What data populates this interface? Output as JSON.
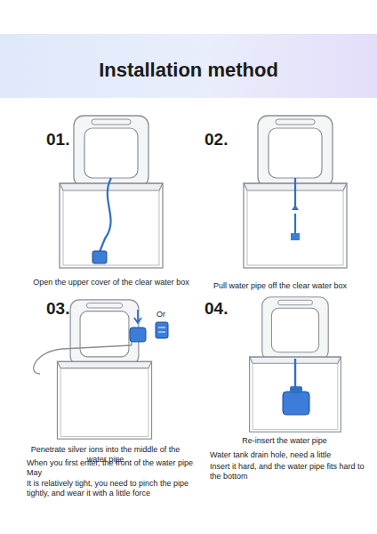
{
  "diagram": {
    "title": "Installation method",
    "labels": [
      "01.",
      "Open the upper cover of the clear water box",
      "02.",
      "Pull water pipe off the clear water box",
      "03.",
      "Or",
      "Penetrate silver ions into the middle of the water pipe",
      "When you first enter, the front of the water pipe May",
      "It is relatively tight, you need to pinch the pipe tightly, and wear it with a little force",
      "04.",
      "Re-insert the water pipe",
      "Water tank drain hole, need a little",
      "Insert it hard, and the water pipe fits hard to the bottom"
    ]
  }
}
